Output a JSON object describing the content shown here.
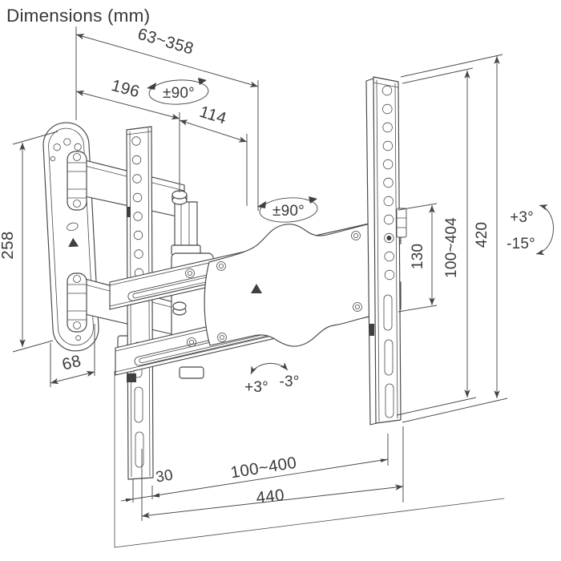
{
  "title": "Dimensions (mm)",
  "drawing": {
    "type": "technical-dimension-diagram",
    "subject": "articulating TV wall mount bracket, perspective line drawing",
    "units": "mm"
  },
  "labels": {
    "title": "Dimensions (mm)",
    "extension_range": "63~358",
    "arm_rear_length": "196",
    "arm_front_length": "114",
    "swivel_top": "±90°",
    "swivel_mid": "±90°",
    "wall_plate_height": "258",
    "wall_plate_width": "68",
    "slot_span": "130",
    "vesa_height_range": "100~404",
    "rail_height": "420",
    "tilt_up": "+3°",
    "tilt_down": "-15°",
    "level_plus": "+3°",
    "level_minus": "-3°",
    "rail_offset": "30",
    "vesa_width_range": "100~400",
    "crossbar_width": "440"
  },
  "colors": {
    "line": "#454545",
    "text": "#3a3a3a",
    "background": "#ffffff"
  }
}
